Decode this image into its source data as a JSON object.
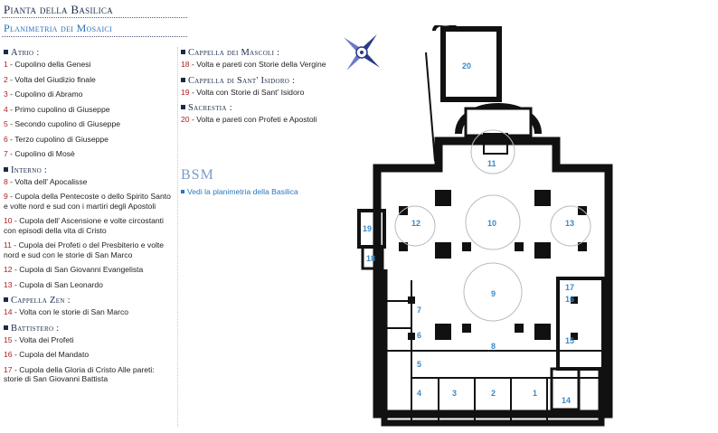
{
  "header": {
    "title": "Pianta della Basilica",
    "subtitle": "Planimetria dei Mosaici"
  },
  "sections": [
    {
      "title": "Atrio :",
      "items": [
        {
          "num": "1",
          "text": "Cupolino della Genesi"
        },
        {
          "num": "2",
          "text": "Volta del Giudizio finale"
        },
        {
          "num": "3",
          "text": "Cupolino di Abramo"
        },
        {
          "num": "4",
          "text": "Primo cupolino di Giuseppe"
        },
        {
          "num": "5",
          "text": "Secondo cupolino di Giuseppe"
        },
        {
          "num": "6",
          "text": "Terzo cupolino di Giuseppe"
        },
        {
          "num": "7",
          "text": "Cupolino di Mosè"
        }
      ]
    },
    {
      "title": "Interno :",
      "items": [
        {
          "num": "8",
          "text": "Volta dell' Apocalisse"
        },
        {
          "num": "9",
          "text": "Cupola della Pentecoste o dello Spirito Santo e volte nord e sud con i martiri degli Apostoli"
        },
        {
          "num": "10",
          "text": "Cupola dell' Ascensione e volte circostanti con episodi della vita di Cristo"
        },
        {
          "num": "11",
          "text": "Cupola dei Profeti o del Presbiterio e volte nord e sud con le storie di San Marco"
        },
        {
          "num": "12",
          "text": "Cupola di San Giovanni Evangelista"
        },
        {
          "num": "13",
          "text": "Cupola di San Leonardo"
        }
      ]
    },
    {
      "title": "Cappella Zen :",
      "items": [
        {
          "num": "14",
          "text": "Volta con le storie di San Marco"
        }
      ]
    },
    {
      "title": "Battistero :",
      "items": [
        {
          "num": "15",
          "text": "Volta dei Profeti"
        },
        {
          "num": "16",
          "text": "Cupola del Mandato"
        },
        {
          "num": "17",
          "text": "Cupola della Gloria di Cristo Alle pareti: storie di San Giovanni Battista"
        }
      ]
    }
  ],
  "sections_right": [
    {
      "title": "Cappella dei Mascoli :",
      "items": [
        {
          "num": "18",
          "text": "Volta e pareti con Storie della Vergine"
        }
      ]
    },
    {
      "title": "Cappella di Sant' Isidoro :",
      "items": [
        {
          "num": "19",
          "text": "Volta con Storie di Sant' Isidoro"
        }
      ]
    },
    {
      "title": "Sacrestia :",
      "items": [
        {
          "num": "20",
          "text": "Volta e pareti con Profeti e Apostoli"
        }
      ]
    }
  ],
  "bsm": {
    "logo": "BSM",
    "link": "Vedi la planimetria della Basilica"
  },
  "plan_labels": [
    "1",
    "2",
    "3",
    "4",
    "5",
    "6",
    "7",
    "8",
    "9",
    "10",
    "11",
    "12",
    "13",
    "14",
    "15",
    "16",
    "17",
    "18",
    "19",
    "20"
  ],
  "colors": {
    "accent": "#2a70b8",
    "number": "#b02020",
    "label": "#3a8ac8"
  }
}
